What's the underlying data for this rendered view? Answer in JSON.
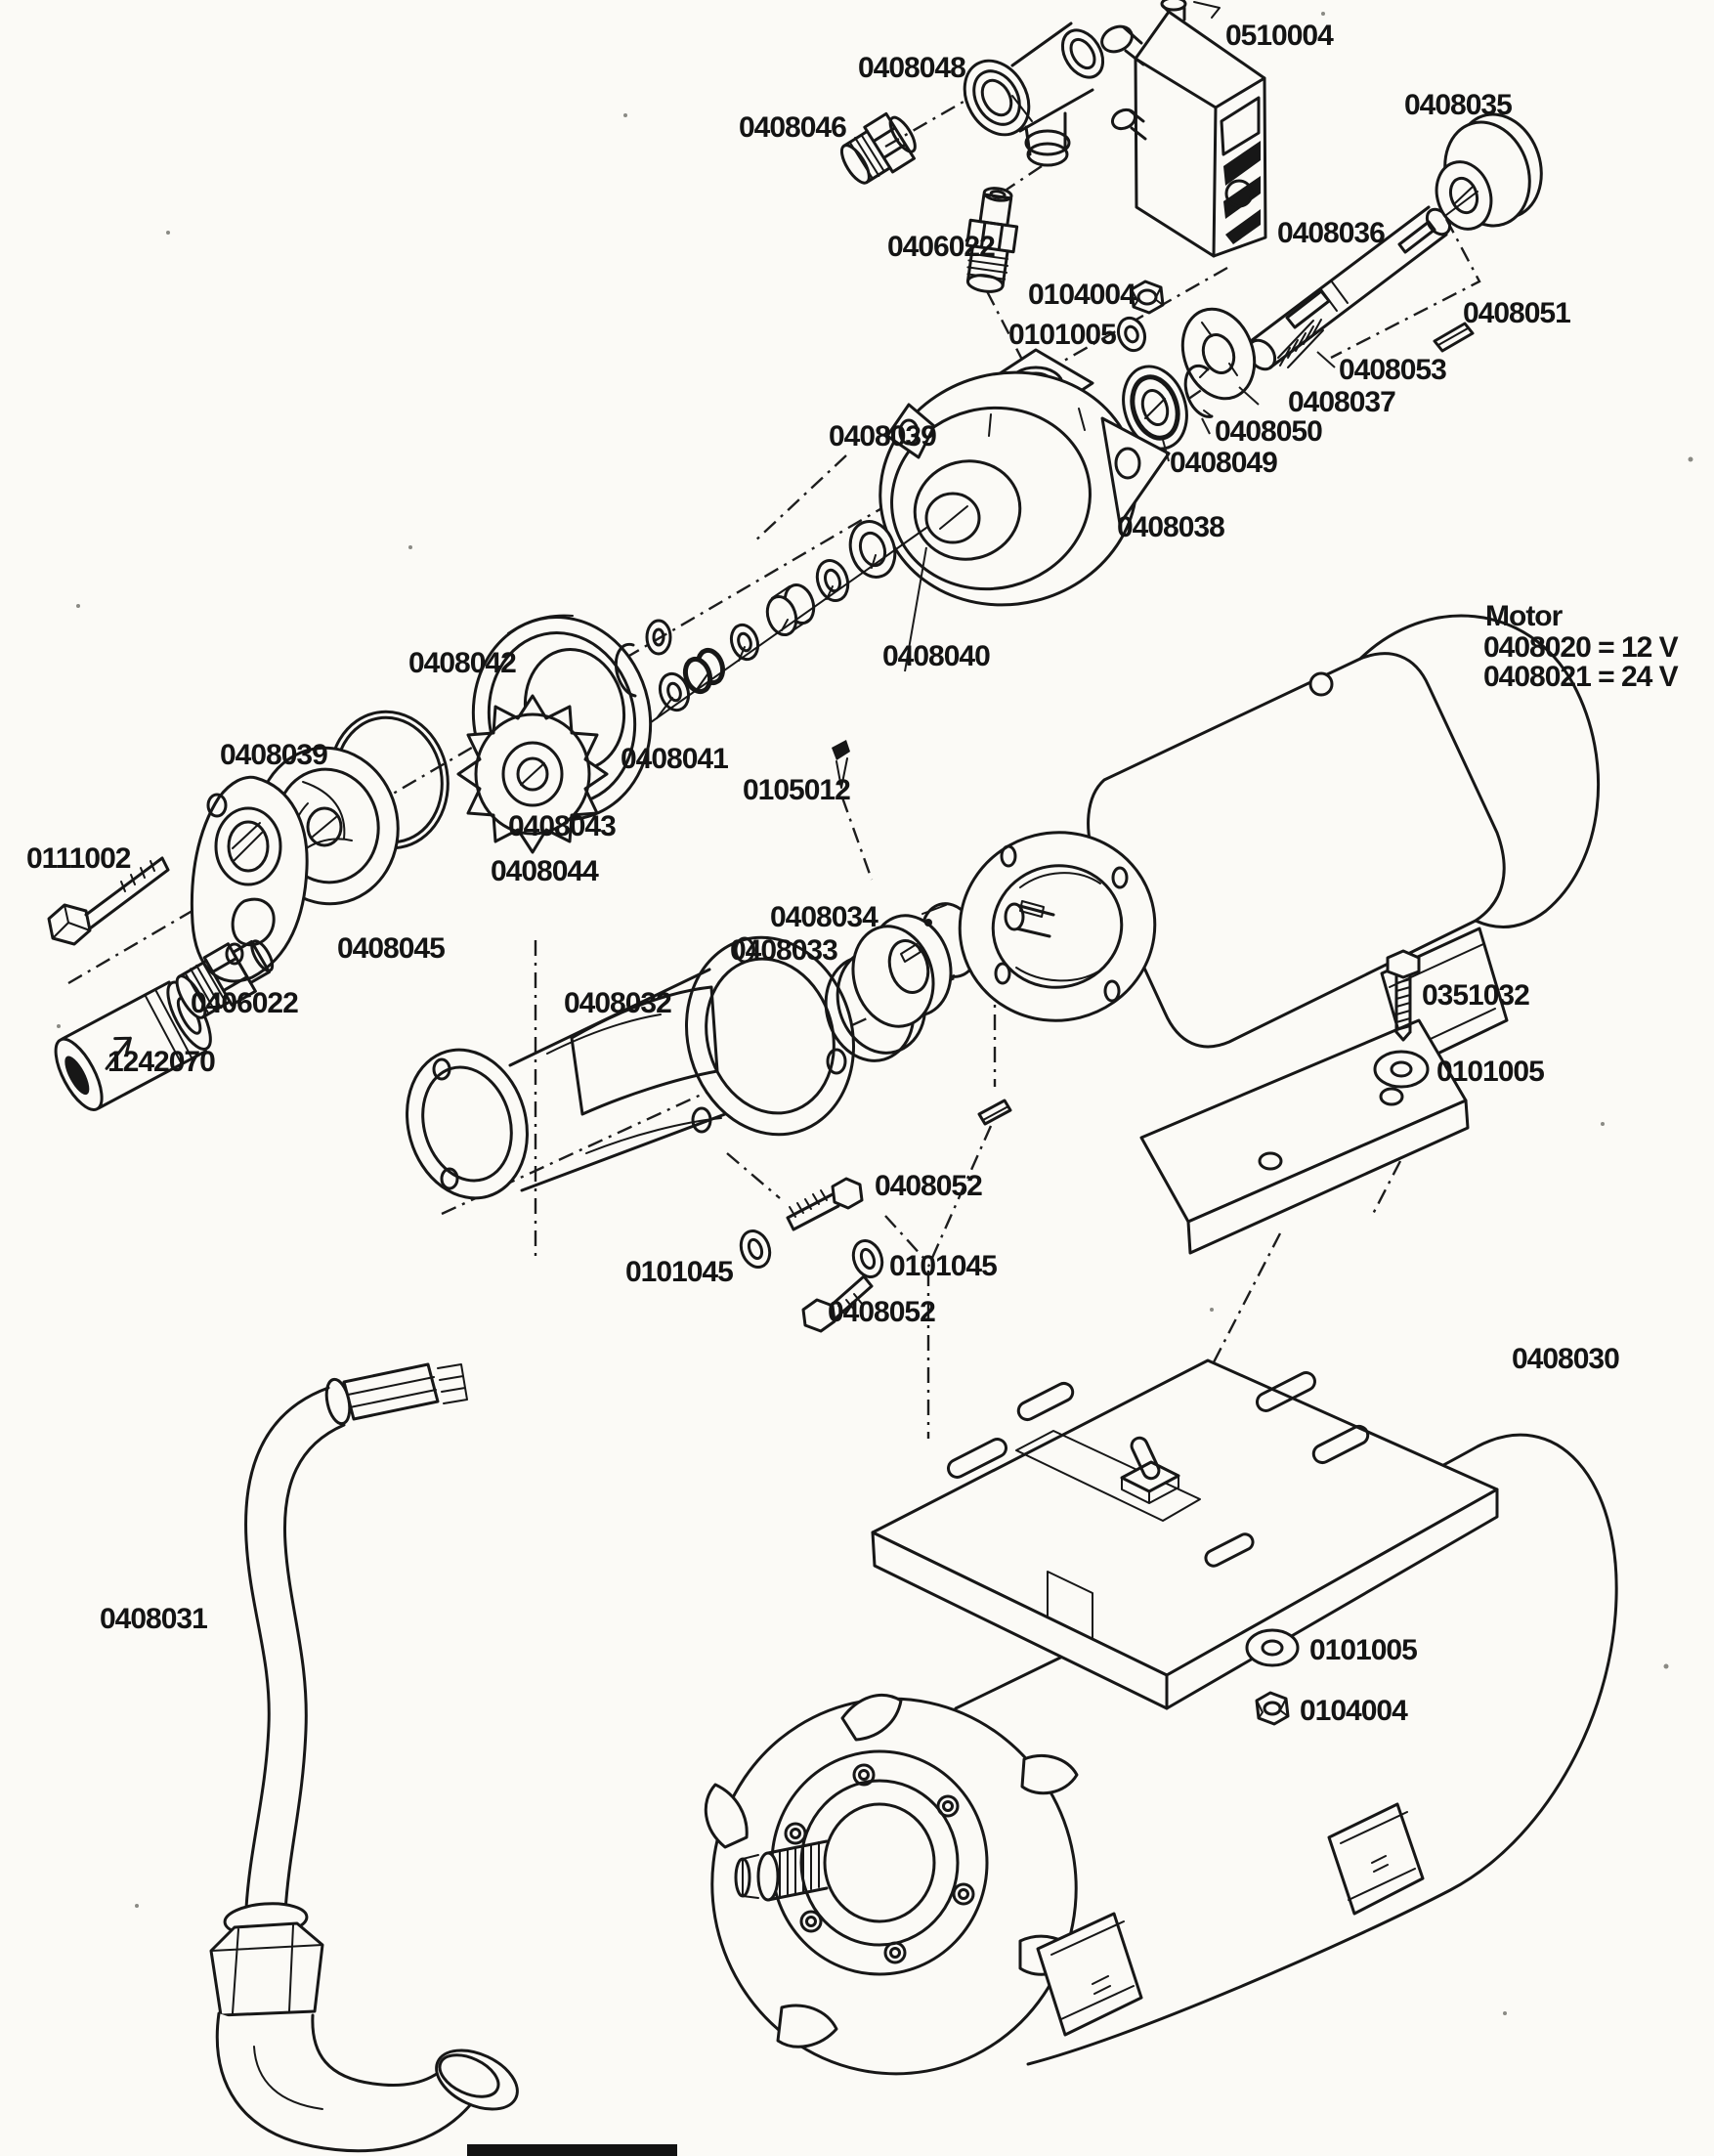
{
  "page": {
    "background": "#fbfaf6",
    "ink": "#171717"
  },
  "motor_note": {
    "title": "Motor",
    "variant_12v": "0408020 = 12 V",
    "variant_24v": "0408021 = 24 V"
  },
  "labels": [
    "0408048",
    "0510004",
    "0408046",
    "0408035",
    "0406022",
    "0408036",
    "0104004",
    "0101005",
    "0408051",
    "0408053",
    "0408037",
    "0408050",
    "0408049",
    "0408039",
    "0408038",
    "0408042",
    "0408040",
    "0408041",
    "0408039",
    "0105012",
    "0408043",
    "0111002",
    "0408044",
    "0408034",
    "0408033",
    "0408045",
    "0406022",
    "0351032",
    "0408032",
    "1242070",
    "0101005",
    "0408052",
    "0101045",
    "0101045",
    "0408052",
    "0408030",
    "0408031",
    "0101005",
    "0104004"
  ]
}
